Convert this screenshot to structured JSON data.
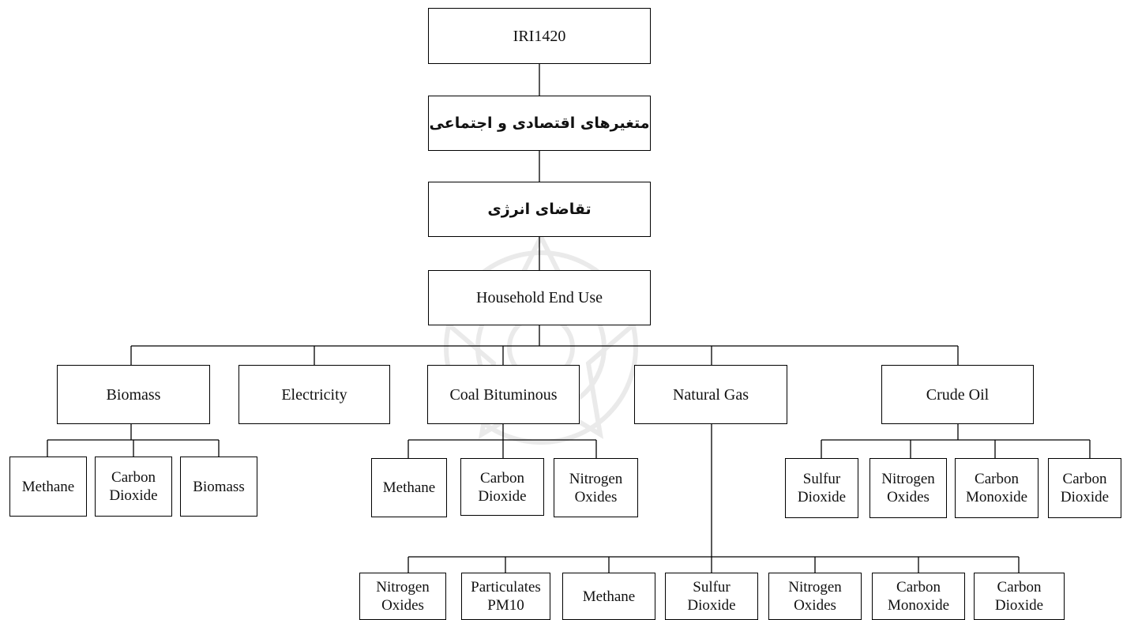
{
  "nodes": {
    "root": "IRI1420",
    "socio_economic": "متغیرهای اقتصادی و اجتماعی",
    "energy_demand": "تقاضای انرژی",
    "household": "Household End Use",
    "biomass": "Biomass",
    "electricity": "Electricity",
    "coal": "Coal Bituminous",
    "natural_gas": "Natural Gas",
    "crude_oil": "Crude Oil",
    "biomass_methane": "Methane",
    "biomass_co2": [
      "Carbon",
      "Dioxide"
    ],
    "biomass_biomass": "Biomass",
    "coal_methane": "Methane",
    "coal_co2": [
      "Carbon",
      "Dioxide"
    ],
    "coal_nox": [
      "Nitrogen",
      "Oxides"
    ],
    "oil_so2": [
      "Sulfur",
      "Dioxide"
    ],
    "oil_nox": [
      "Nitrogen",
      "Oxides"
    ],
    "oil_co": [
      "Carbon",
      "Monoxide"
    ],
    "oil_co2": [
      "Carbon",
      "Dioxide"
    ],
    "gas_nox1": [
      "Nitrogen",
      "Oxides"
    ],
    "gas_pm10": [
      "Particulates",
      "PM10"
    ],
    "gas_methane": "Methane",
    "gas_so2": [
      "Sulfur",
      "Dioxide"
    ],
    "gas_nox2": [
      "Nitrogen",
      "Oxides"
    ],
    "gas_co": [
      "Carbon",
      "Monoxide"
    ],
    "gas_co2": [
      "Carbon",
      "Dioxide"
    ]
  }
}
